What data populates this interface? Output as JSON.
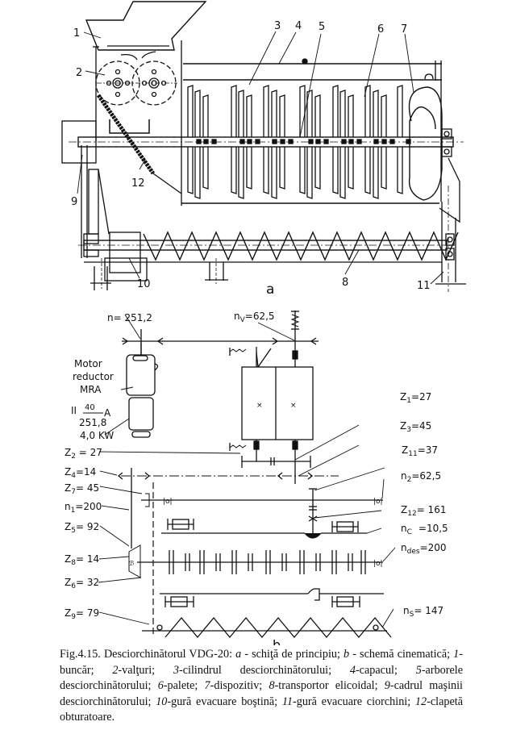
{
  "figure": {
    "part_a": {
      "label": "a",
      "callouts": [
        "1",
        "2",
        "3",
        "4",
        "5",
        "6",
        "7",
        "8",
        "9",
        "10",
        "11",
        "12"
      ]
    },
    "part_b": {
      "label": "b",
      "motor": {
        "line1": "Motor",
        "line2": "reductor",
        "line3": "MRA",
        "frac_prefix": "II",
        "frac_num": "40",
        "frac_den": "251,8",
        "frac_suffix": "A",
        "power": "4,0 KW"
      },
      "params": {
        "n": {
          "sym": "n",
          "sub": "",
          "val": "= 251,2"
        },
        "nv": {
          "sym": "n",
          "sub": "V",
          "val": "=62,5"
        },
        "z1": {
          "sym": "Z",
          "sub": "1",
          "val": "=27"
        },
        "z3": {
          "sym": "Z",
          "sub": "3",
          "val": "=45"
        },
        "z11": {
          "sym": "Z",
          "sub": "11",
          "val": "=37"
        },
        "z2": {
          "sym": "Z",
          "sub": "2",
          "val": " = 27"
        },
        "z4": {
          "sym": "Z",
          "sub": "4",
          "val": "=14"
        },
        "z7": {
          "sym": "Z",
          "sub": "7",
          "val": "= 45"
        },
        "n1": {
          "sym": "n",
          "sub": "1",
          "val": "=200"
        },
        "z5": {
          "sym": "Z",
          "sub": "5",
          "val": "= 92"
        },
        "z8": {
          "sym": "Z",
          "sub": "8",
          "val": "= 14"
        },
        "z6": {
          "sym": "Z",
          "sub": "6",
          "val": "= 32"
        },
        "z9": {
          "sym": "Z",
          "sub": "9",
          "val": "= 79"
        },
        "n2": {
          "sym": "n",
          "sub": "2",
          "val": "=62,5"
        },
        "z12": {
          "sym": "Z",
          "sub": "12",
          "val": "= 161"
        },
        "nc": {
          "sym": "n",
          "sub": "C",
          "val": "=10,5"
        },
        "ndes": {
          "sym": "n",
          "sub": "des",
          "val": "=200"
        },
        "ns": {
          "sym": "n",
          "sub": "S",
          "val": "= 147"
        }
      }
    }
  },
  "caption": {
    "fig": "Fig.4.15. Desciorchinătorul VDG-20:",
    "a_key": "a",
    "a_text": " - schiţă de principiu; ",
    "b_key": "b",
    "b_text": " - schemă cinematică;",
    "items": [
      {
        "num": "1",
        "text": "-buncăr; "
      },
      {
        "num": "2",
        "text": "-valţuri; "
      },
      {
        "num": "3",
        "text": "-cilindrul desciorchinătorului; "
      },
      {
        "num": "4",
        "text": "-capacul; "
      },
      {
        "num": "5",
        "text": "-arborele desciorchinătorului; "
      },
      {
        "num": "6",
        "text": "-palete; "
      },
      {
        "num": "7",
        "text": "-dispozitiv; "
      },
      {
        "num": "8",
        "text": "-transportor elicoidal; "
      },
      {
        "num": "9",
        "text": "-cadrul maşinii desciorchinătorului; "
      },
      {
        "num": "10",
        "text": "-gură evacuare boştină; "
      },
      {
        "num": "11",
        "text": "-gură evacuare ciorchini; "
      },
      {
        "num": "12",
        "text": "-clapetă obturatoare."
      }
    ]
  }
}
